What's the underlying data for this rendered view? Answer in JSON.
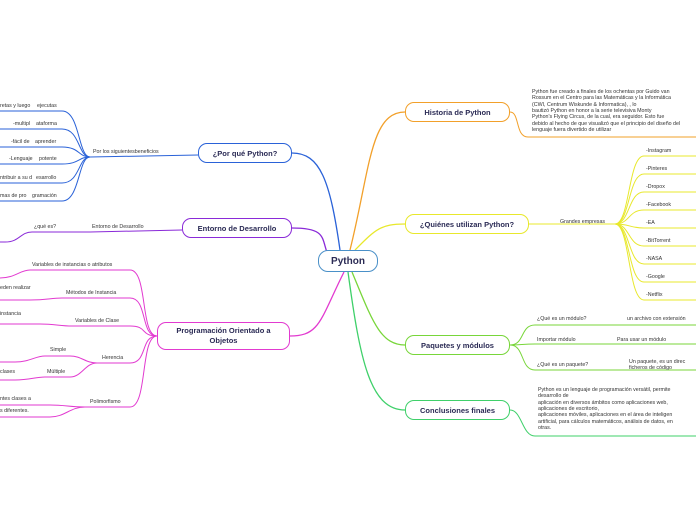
{
  "center": "Python",
  "historia": {
    "title": "Historia de Python",
    "text": "Python fue creado a finales de los ochentas por Guido van\nRossum en el Centro para las Matemáticas y la Informática\n(CWI, Centrum Wiskunde & Informatica), , lo\nbautizó Python en honor a la serie televisiva Monty\nPython's Flying Circus, de la cual, era seguidor. Esto fue\ndebido al hecho de que visualizó que el principio del diseño del\nlenguaje fuera divertido de utilizar"
  },
  "quienes": {
    "title": "¿Quiénes utilizan Python?",
    "group": "Grandes empresas",
    "items": [
      "-Instagram",
      "-Pinteres",
      "-Dropox",
      "-Facebook",
      "-EA",
      "-BitTorrent",
      "-NASA",
      "-Google",
      "-Netflix"
    ]
  },
  "paquetes": {
    "title": "Paquetes y módulos",
    "q1": "¿Qué es un módulo?",
    "a1": "un archivo con extensión",
    "q2": "Importar módulo",
    "a2": "Para usar un módulo",
    "q3": "¿Qué es un paquete?",
    "a3": "Un paquete, es un direc\nficheros de código"
  },
  "conclusiones": {
    "title": "Conclusiones finales",
    "text": "Python es un lenguaje de programación versátil, permite\ndesarrollo de\naplicación en diversos ámbitos como aplicaciones web,\naplicaciones de escritorio,\naplicaciones móviles, aplicaciones en el área de inteligen\nartificial, para cálculos matemáticos, análisis de datos, en\notras."
  },
  "porque": {
    "title": "¿Por qué Python?",
    "sub": "Por los siguientesbeneficios",
    "items": [
      {
        "a": "retas y luego",
        "b": "ejecutas"
      },
      {
        "a": "-multipl",
        "b": "ataforma"
      },
      {
        "a": "-fácil de",
        "b": "aprender"
      },
      {
        "a": "-Lenguaje",
        "b": "potente"
      },
      {
        "a": "ntribuir a su d",
        "b": "esarrollo"
      },
      {
        "a": "mas de pro",
        "b": "gramación"
      }
    ]
  },
  "entorno": {
    "title": "Entorno de Desarrollo",
    "sub": "Entorno de Desarrollo",
    "q": "¿qué es?"
  },
  "poo": {
    "title": "Programación Orientado a\nObjetos",
    "var_inst": "Variables de instancias o atributos",
    "metodos": "Métodos de Instancia",
    "metodos_leaf": "eden realizar",
    "var_clase": "Variables de Clase",
    "var_clase_leaf": "instancia",
    "herencia": "Herencia",
    "simple": "Simple",
    "multiple": "Múltiple",
    "clases": "clases",
    "polimorfismo": "Polimorfismo",
    "poli_leaf1": "ntes clases a",
    "poli_leaf2": "s diferentes."
  },
  "colors": {
    "historia": "#f2a02a",
    "quienes": "#e8e82c",
    "paquetes": "#78d63a",
    "conclusiones": "#3fd06a",
    "porque": "#2a62d8",
    "entorno": "#8a2ad8",
    "poo": "#e23ad0"
  }
}
